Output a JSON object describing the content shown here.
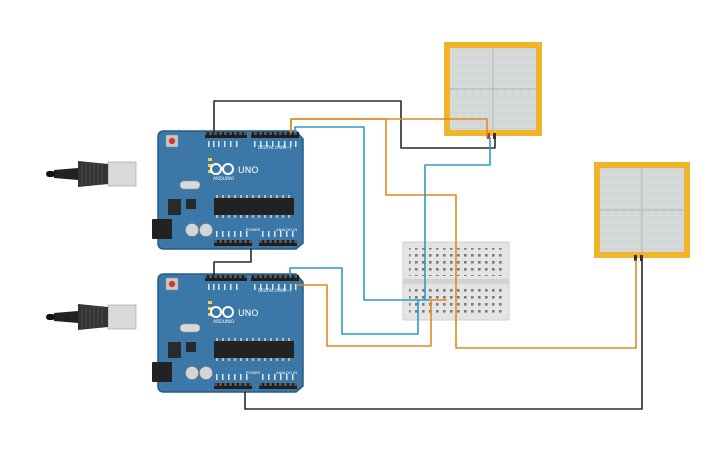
{
  "colors": {
    "board": "#3b78a8",
    "board_edge": "#245a85",
    "header": "#1f1f1f",
    "chip": "#222222",
    "wire_black": "#2a2a2a",
    "wire_orange": "#e08a1e",
    "wire_teal": "#2f9bc4",
    "sensor_frame": "#f0b52a",
    "sensor_pad": "#d6d9d9",
    "breadboard": "#e4e4e4"
  },
  "boards": [
    {
      "brand": "ARDUINO",
      "model": "UNO",
      "digital_label": "DIGITAL (PWM~)",
      "power_label": "POWER",
      "analog_label": "ANALOG IN"
    },
    {
      "brand": "ARDUINO",
      "model": "UNO",
      "digital_label": "DIGITAL (PWM~)",
      "power_label": "POWER",
      "analog_label": "ANALOG IN"
    }
  ],
  "icons": {
    "usb": "usb-cable-icon",
    "logo": "arduino-infinity-icon"
  }
}
